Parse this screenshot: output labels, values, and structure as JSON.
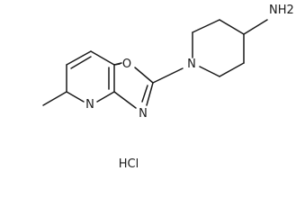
{
  "molecule": {
    "atom_labels": {
      "oxygen": "O",
      "oxazole_nitrogen": "N",
      "pyridine_nitrogen": "N",
      "piperidine_nitrogen": "N",
      "amine": "NH2"
    },
    "salt": "HCl"
  }
}
